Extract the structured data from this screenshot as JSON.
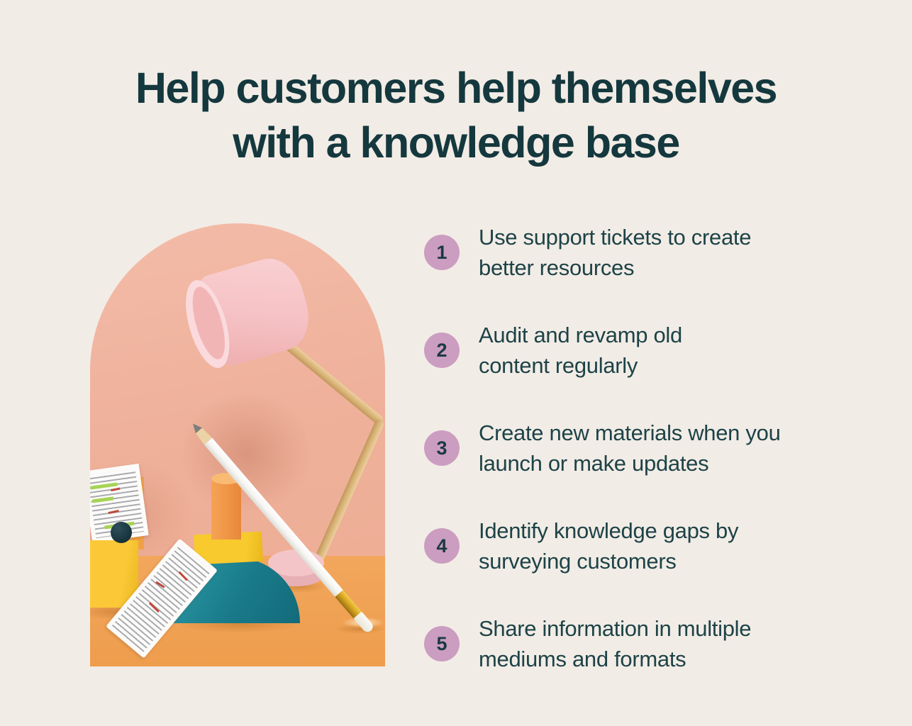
{
  "page": {
    "background_color": "#f2ece6"
  },
  "heading": {
    "line1": "Help customers help themselves",
    "line2": "with a knowledge base",
    "text_color": "#14383d"
  },
  "list": {
    "badge_color": "#cb9dc0",
    "badge_number_color": "#1b3a40",
    "text_color": "#1d4347",
    "items": [
      {
        "number": "1",
        "line1": "Use support tickets to create",
        "line2": "better resources"
      },
      {
        "number": "2",
        "line1": "Audit and revamp old",
        "line2": "content regularly"
      },
      {
        "number": "3",
        "line1": "Create new materials when you",
        "line2": "launch or make updates"
      },
      {
        "number": "4",
        "line1": "Identify knowledge gaps by",
        "line2": "surveying customers"
      },
      {
        "number": "5",
        "line1": "Share information in multiple",
        "line2": "mediums and formats"
      }
    ]
  },
  "illustration": {
    "description": "Arch-shaped photo of a paper-craft desk lamp over geometric blocks, edited documents and a pencil-paintbrush",
    "palette": {
      "wall": "#efb19b",
      "floor": "#f0a45b",
      "lamp_shade": "#f5c0c3",
      "lamp_arm_wood": "#d9b378",
      "lamp_base": "#f4c5c8",
      "teal_dome": "#1a7a89",
      "yellow_block": "#f8ca2d",
      "yellow_box": "#fbc937",
      "orange_cylinder": "#ef9343",
      "teal_sphere": "#16323c",
      "paper": "#fcfbf9",
      "highlight_green": "#a6d455",
      "edit_red": "#c0483b",
      "brush_ferrule": "#d9a520"
    }
  }
}
